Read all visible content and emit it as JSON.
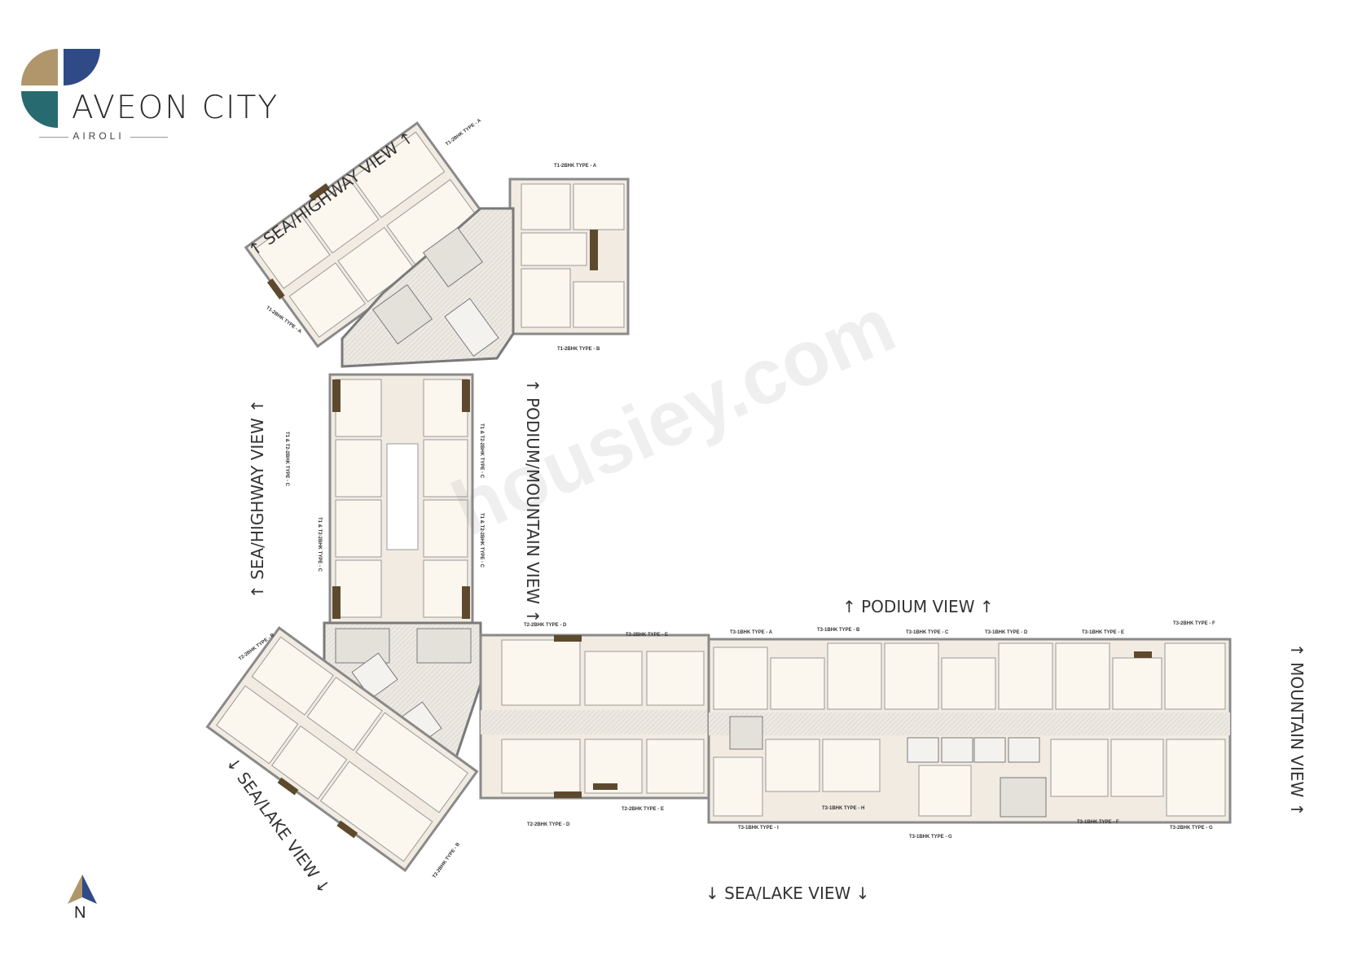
{
  "brand": {
    "name": "AVEON CITY",
    "location": "AIROLI",
    "colors": {
      "gold": "#b0966a",
      "navy": "#2f4a86",
      "teal": "#276a70"
    }
  },
  "views": {
    "top_left": "SEA/HIGHWAY VIEW",
    "left": "SEA/HIGHWAY VIEW",
    "center": "PODIUM/MOUNTAIN VIEW",
    "podium": "PODIUM VIEW",
    "right": "MOUNTAIN VIEW",
    "bottom_left": "SEA/LAKE VIEW",
    "bottom": "SEA/LAKE VIEW"
  },
  "compass": {
    "label": "N"
  },
  "watermark": "housiey.com",
  "unit_labels": {
    "t1_2bhk_a_top": "T1-2BHK TYPE - A",
    "t1_2bhk_a_diag_top": "T1-2BHK TYPE - A",
    "t1_2bhk_a_diag_bottom": "T1-2BHK TYPE - A",
    "t1_2bhk_b": "T1-2BHK TYPE - B",
    "t1_t2_c_left": "T1 & T2-2BHK TYPE - C",
    "t1_t2_c_right": "T1 & T2-2BHK TYPE - C",
    "t1_t2_c_left2": "T1 & T2-2BHK TYPE - C",
    "t1_t2_c_right2": "T1 & T2-2BHK TYPE - C",
    "t2_2bhk_b_top": "T2-2BHK TYPE - B",
    "t2_2bhk_b_bottom": "T2-2BHK TYPE - B",
    "t2_2bhk_d_top": "T2-2BHK TYPE - D",
    "t2_2bhk_e_top": "T2-2BHK TYPE - E",
    "t2_2bhk_d_bottom": "T2-2BHK TYPE - D",
    "t2_2bhk_e_bottom": "T2-2BHK TYPE - E",
    "t3_1bhk_a": "T3-1BHK TYPE - A",
    "t3_1bhk_b": "T3-1BHK TYPE - B",
    "t3_1bhk_c": "T3-1BHK TYPE - C",
    "t3_1bhk_d": "T3-1BHK TYPE - D",
    "t3_1bhk_e": "T3-1BHK TYPE - E",
    "t3_2bhk_f": "T3-2BHK TYPE - F",
    "t3_1bhk_i": "T3-1BHK TYPE - I",
    "t3_1bhk_h": "T3-1BHK TYPE - H",
    "t3_1bhk_g": "T3-1BHK TYPE - G",
    "t3_1bhk_f": "T3-1BHK TYPE - F",
    "t3_2bhk_g": "T3-2BHK TYPE - G"
  }
}
